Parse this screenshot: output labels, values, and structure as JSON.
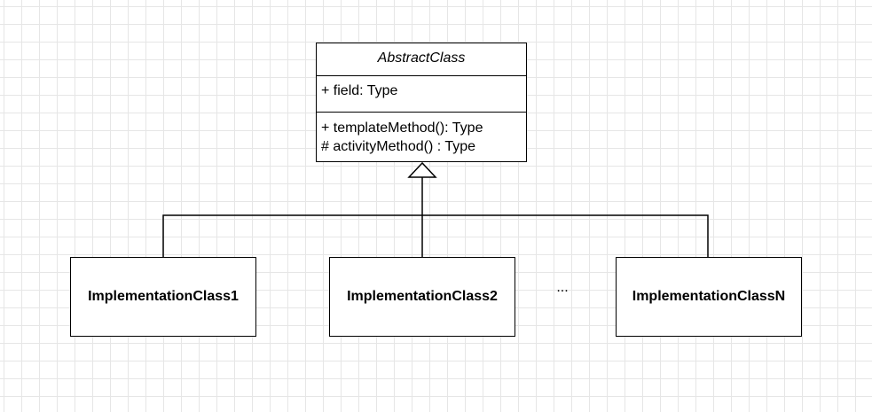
{
  "abstract_class": {
    "name": "AbstractClass",
    "fields": [
      "+ field: Type"
    ],
    "methods": [
      "+ templateMethod(): Type",
      "# activityMethod() : Type"
    ]
  },
  "implementation_classes": [
    {
      "name": "ImplementationClass1"
    },
    {
      "name": "ImplementationClass2"
    },
    {
      "name": "ImplementationClassN"
    }
  ],
  "ellipsis": "...",
  "relationship": "generalization",
  "colors": {
    "line": "#000000",
    "background": "#ffffff",
    "grid": "#e6e6e6"
  }
}
